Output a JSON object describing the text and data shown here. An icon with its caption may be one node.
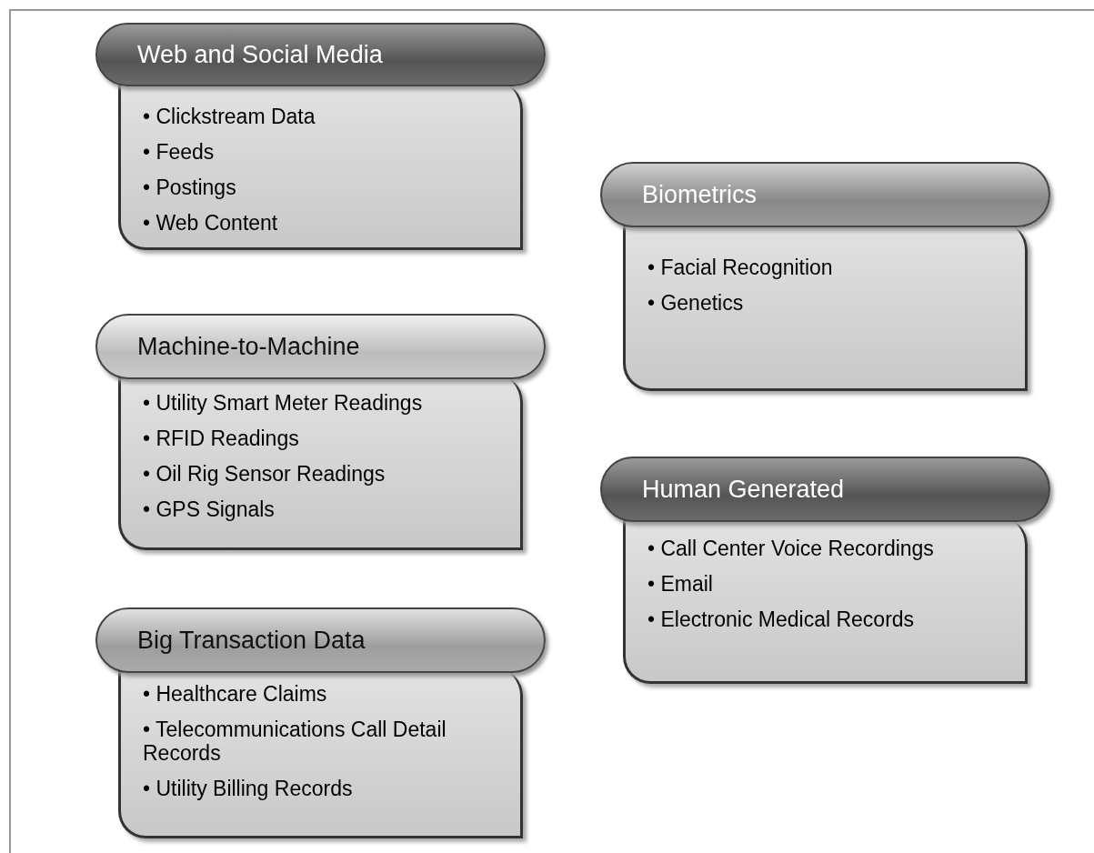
{
  "diagram": {
    "nodes": [
      {
        "text": [
          "Web and Social Media",
          "• Clickstream Data",
          "• Feeds",
          "• Postings",
          "• Web Content"
        ]
      },
      {
        "text": [
          "Machine-to-Machine",
          "• Utility Smart Meter Readings",
          "• RFID Readings",
          "• Oil Rig Sensor Readings",
          "• GPS Signals"
        ]
      },
      {
        "text": [
          "Big Transaction Data",
          "• Healthcare Claims",
          "• Telecommunications Call Detail Records",
          "• Utility Billing Records"
        ]
      },
      {
        "text": [
          "Biometrics",
          "• Facial Recognition",
          "• Genetics"
        ]
      },
      {
        "text": [
          "Human Generated",
          "• Call Center Voice Recordings",
          "• Email",
          "• Electronic Medical Records"
        ]
      }
    ],
    "edges": []
  }
}
